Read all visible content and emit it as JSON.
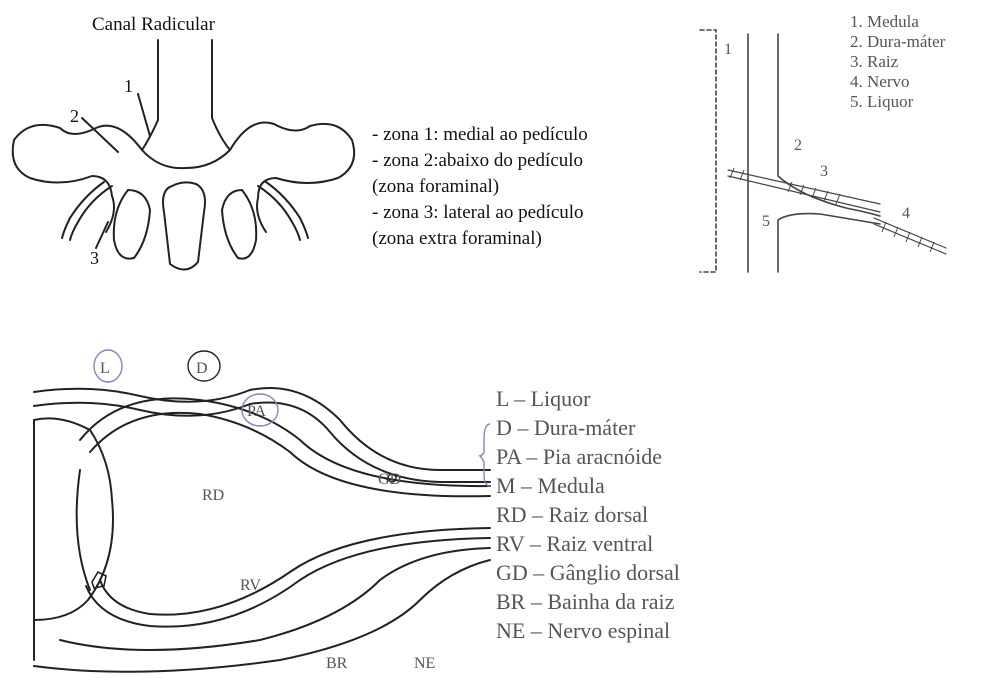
{
  "top_left": {
    "title": "Canal Radicular",
    "marker_labels": [
      "1",
      "2",
      "3"
    ]
  },
  "zones": [
    "- zona 1: medial ao pedículo",
    "- zona 2:abaixo do pedículo",
    "(zona foraminal)",
    "- zona 3: lateral ao pedículo",
    "(zona extra foraminal)"
  ],
  "top_right": {
    "legend": [
      "1. Medula",
      "2. Dura-máter",
      "3. Raiz",
      "4. Nervo",
      "5. Liquor"
    ],
    "marker_labels": [
      "1",
      "2",
      "3",
      "4",
      "5"
    ]
  },
  "bottom": {
    "diagram_labels": {
      "L": "L",
      "D": "D",
      "PA": "PA",
      "GD": "GD",
      "RD": "RD",
      "RV": "RV",
      "BR": "BR",
      "NE": "NE"
    },
    "legend": [
      "L – Liquor",
      "D – Dura-máter",
      "PA – Pia aracnóide",
      "M – Medula",
      "RD – Raiz dorsal",
      "RV – Raiz ventral",
      "GD – Gânglio dorsal",
      "BR – Bainha da raiz",
      "NE – Nervo espinal"
    ]
  },
  "colors": {
    "line": "#222222",
    "legend_text": "#555555",
    "circle_accent": "#8a7fc8"
  }
}
